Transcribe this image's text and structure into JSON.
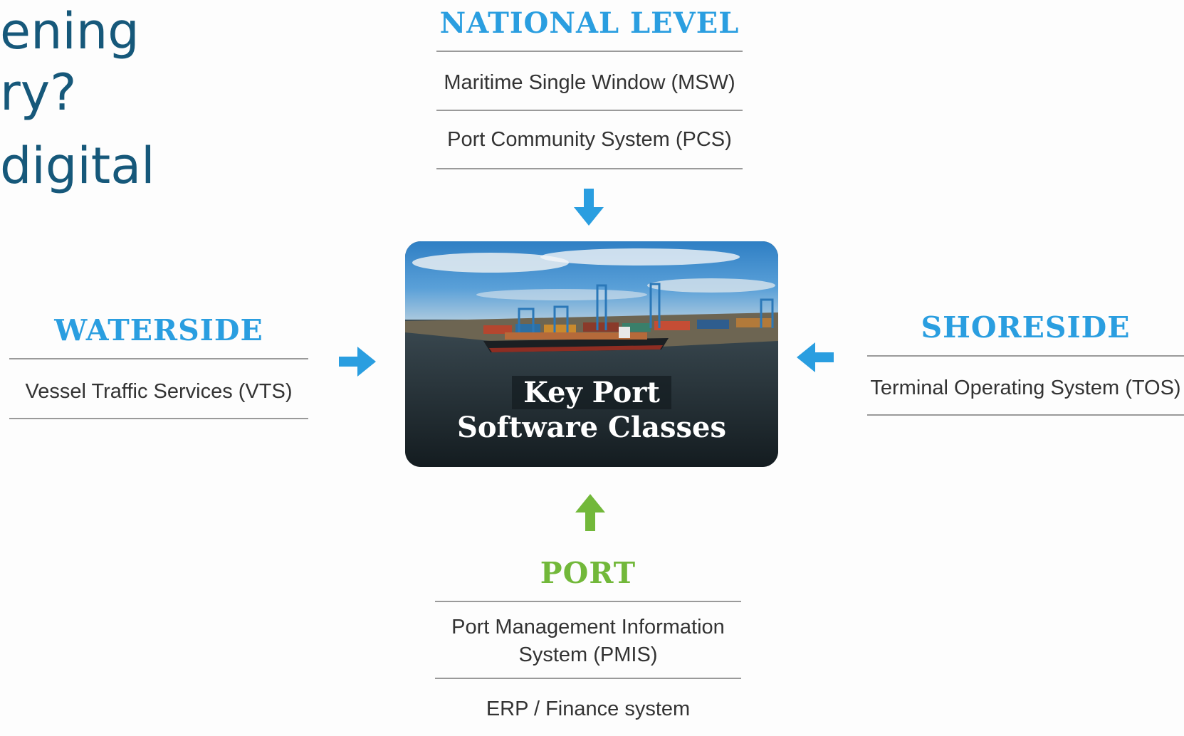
{
  "slide_title": {
    "line1": "ening",
    "line2": "ry?",
    "line3": "digital"
  },
  "national_level": {
    "heading": "NATIONAL LEVEL",
    "items": [
      "Maritime Single Window (MSW)",
      "Port Community System (PCS)"
    ]
  },
  "waterside": {
    "heading": "WATERSIDE",
    "items": [
      "Vessel Traffic Services (VTS)"
    ]
  },
  "shoreside": {
    "heading": "SHORESIDE",
    "items": [
      "Terminal Operating System  (TOS)"
    ]
  },
  "port": {
    "heading": "PORT",
    "items": [
      "Port Management Information",
      "System (PMIS)",
      "ERP / Finance system"
    ]
  },
  "center_card": {
    "line1": "Key Port",
    "line2": "Software Classes"
  },
  "colors": {
    "blue_accent": "#2a9ee0",
    "green_accent": "#72b83a",
    "title_color": "#16587a"
  }
}
